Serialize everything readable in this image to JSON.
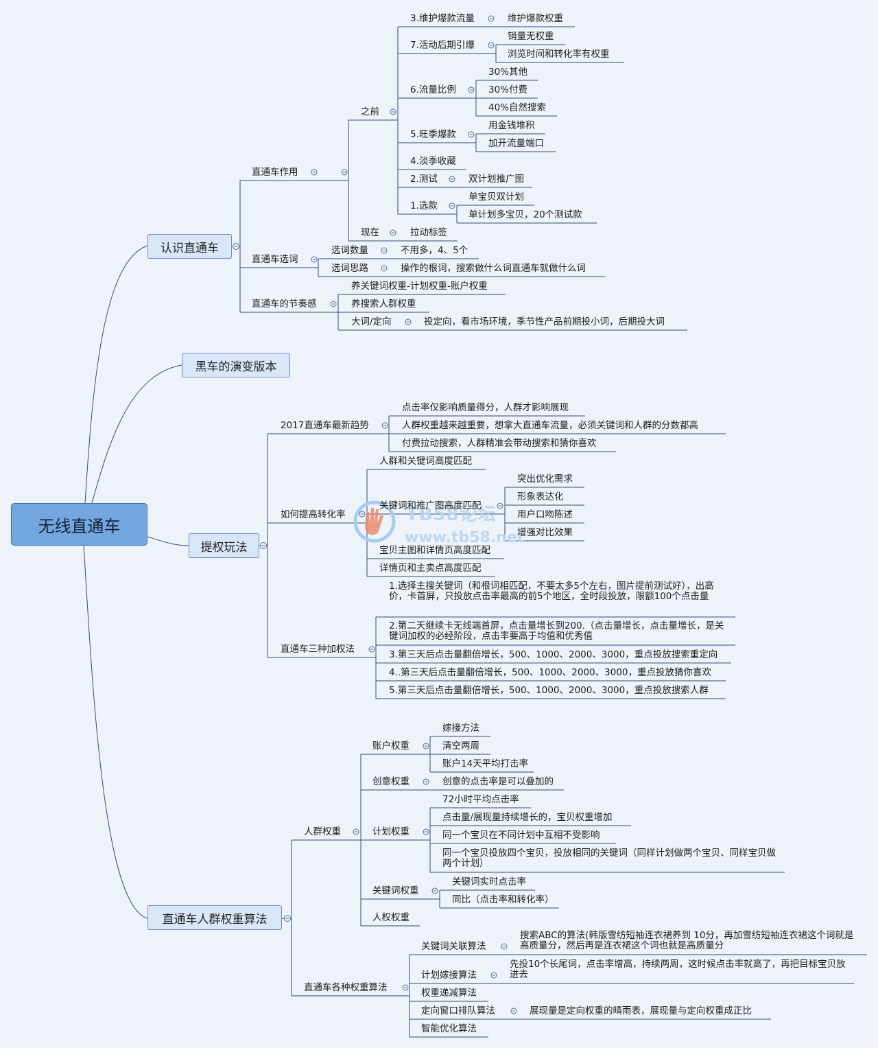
{
  "root": "无线直通车",
  "branches": {
    "b1": "认识直通车",
    "b2": "黑车的演变版本",
    "b3": "提权玩法",
    "b4": "直通车人群权重算法"
  },
  "b1": {
    "zuoyong": "直通车作用",
    "zhiqian": "之前",
    "z1": "3.维护爆款流量",
    "z1a": "维护爆款权重",
    "z2": "7.活动后期引爆",
    "z2a": "销量无权重",
    "z2b": "浏览时间和转化率有权重",
    "z3": "6.流量比例",
    "z3a": "30%其他",
    "z3b": "30%付费",
    "z3c": "40%自然搜索",
    "z4": "5.旺季爆款",
    "z4a": "用金钱堆积",
    "z4b": "加开流量端口",
    "z5": "4.淡季收藏",
    "z6": "2.测试",
    "z6a": "双计划推广图",
    "z7": "1.选款",
    "z7a": "单宝贝双计划",
    "z7b": "单计划多宝贝，20个测试款",
    "xianzai": "现在",
    "xianzai_a": "拉动标签",
    "xuanci": "直通车选词",
    "xc1": "选词数量",
    "xc1a": "不用多，4、5个",
    "xc2": "选词思路",
    "xc2a": "操作的根词，搜索做什么词直通车就做什么词",
    "jiezou": "直通车的节奏感",
    "jz1": "养关键词权重-计划权重-账户权重",
    "jz2": "养搜索人群权重",
    "jz3": "大词/定向",
    "jz3a": "投定向，看市场环境，季节性产品前期投小词，后期投大词"
  },
  "b3": {
    "trend": "2017直通车最新趋势",
    "t1": "点击率仅影响质量得分，人群才影响展现",
    "t2": "人群权重越来越重要，想拿大直通车流量，必须关键词和人群的分数都高",
    "t3": "付费拉动搜索，人群精准会带动搜索和猜你喜欢",
    "conv": "如何提高转化率",
    "c1": "人群和关键词高度匹配",
    "c2": "关键词和推广图高度匹配",
    "c2a": "突出优化需求",
    "c2b": "形象表达化",
    "c2c": "用户口吻陈述",
    "c2d": "增强对比效果",
    "c3": "宝贝主图和详情页高度匹配",
    "c4": "详情页和主卖点高度匹配",
    "three": "直通车三种加权法",
    "s1": "1.选择主搜关键词（和根词相匹配，不要太多5个左右，图片提前测试好），出高价，卡首屏，只投放点击率最高的前5个地区，全时段投放，限额100个点击量",
    "s2": "2.第二天继续卡无线端首屏，点击量增长到200.（点击量增长，点击量增长，是关键词加权的必经阶段，点击率要高于均值和优秀值",
    "s3": "3.第三天后点击量翻倍增长，500、1000、2000、3000，重点投放搜索重定向",
    "s4": "4..第三天后点击量翻倍增长，500、1000、2000、3000，重点投放猜你喜欢",
    "s5": "5.第三天后点击量翻倍增长，500、1000、2000、3000，重点投放搜索人群"
  },
  "b4": {
    "crowd": "人群权重",
    "acc": "账户权重",
    "acc1": "嫁接方法",
    "acc2": "清空两周",
    "acc3": "账户14天平均打击率",
    "cre": "创意权重",
    "cre1": "创意的点击率是可以叠加的",
    "plan": "计划权重",
    "p1": "72小时平均点击率",
    "p2": "点击量/展现量持续增长的，宝贝权重增加",
    "p3": "同一个宝贝在不同计划中互相不受影响",
    "p4": "同一个宝贝投放四个宝贝，投放相同的关键词（同样计划做两个宝贝、同样宝贝做两个计划）",
    "kw": "关键词权重",
    "kw1": "关键词实时点击率",
    "kw2": "同比（点击率和转化率）",
    "ren": "人权权重",
    "algo": "直通车各种权重算法",
    "a1": "关键词关联算法",
    "a1a": "搜索ABC的算法(韩版雪纺短袖连衣裙养到 10分，再加雪纺短袖连衣裙这个词就是高质量分，然后再是连衣裙这个词也就是高质量分",
    "a2": "计划嫁接算法",
    "a2a": "先投10个长尾词，点击率增高，持续两周，这时候点击率就高了，再把目标宝贝放进去",
    "a3": "权重递减算法",
    "a4": "定向窗口排队算法",
    "a4a": "展现量是定向权重的晴雨表，展现量与定向权重成正比",
    "a5": "智能优化算法"
  },
  "watermark": {
    "brand": "TB58论坛",
    "url": "www.tb58.net"
  }
}
